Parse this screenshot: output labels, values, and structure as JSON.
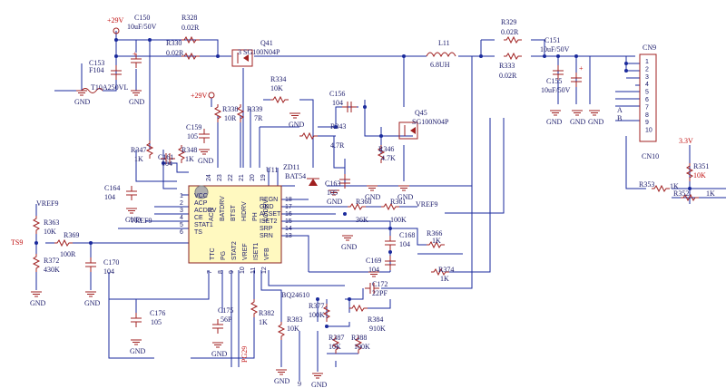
{
  "components": {
    "c150": {
      "ref": "C150",
      "val": "10uF/50V"
    },
    "r328": {
      "ref": "R328",
      "val": "0.02R"
    },
    "r330": {
      "ref": "R330",
      "val": "0.02R"
    },
    "q41": {
      "ref": "Q41",
      "val": "3 SG100N04P"
    },
    "l11": {
      "ref": "L11",
      "val": "6.8UH"
    },
    "r329": {
      "ref": "R329",
      "val": "0.02R"
    },
    "r333": {
      "ref": "R333",
      "val": "0.02R"
    },
    "c151": {
      "ref": "C151",
      "val": "10uF/50V"
    },
    "c155": {
      "ref": "C155",
      "val": "10uF/50V"
    },
    "cn9": {
      "ref": "CN9"
    },
    "cn10": {
      "ref": "CN10"
    },
    "c153": {
      "ref": "C153"
    },
    "f104": {
      "ref": "F104",
      "val": "T10A250VL"
    },
    "r334": {
      "ref": "R334",
      "val": "10K"
    },
    "c156": {
      "ref": "C156",
      "val": "104"
    },
    "r338": {
      "ref": "R338",
      "val": "10R"
    },
    "r339": {
      "ref": "R339",
      "val": "7R"
    },
    "c159": {
      "ref": "C159",
      "val": "105"
    },
    "r343": {
      "ref": "R343",
      "val": "4.7R"
    },
    "q45": {
      "ref": "Q45",
      "val": "SG100N04P"
    },
    "r346": {
      "ref": "R346",
      "val": "4.7K"
    },
    "r347": {
      "ref": "R347",
      "val": "1K"
    },
    "c161": {
      "ref": "C161",
      "val": "104"
    },
    "r348": {
      "ref": "R348",
      "val": "1K"
    },
    "zd11": {
      "ref": "ZD11",
      "val": "BAT54"
    },
    "c163": {
      "ref": "C163",
      "val": "105"
    },
    "c164": {
      "ref": "C164",
      "val": "104"
    },
    "r360": {
      "ref": "R360",
      "val": "36K"
    },
    "r361": {
      "ref": "R361",
      "val": "100K"
    },
    "r363": {
      "ref": "R363",
      "val": "10K"
    },
    "r369": {
      "ref": "R369",
      "val": "100R"
    },
    "r372": {
      "ref": "R372",
      "val": "430K"
    },
    "c170": {
      "ref": "C170",
      "val": "104"
    },
    "c168": {
      "ref": "C168",
      "val": "104"
    },
    "r366": {
      "ref": "R366",
      "val": "1K"
    },
    "c169": {
      "ref": "C169",
      "val": "104"
    },
    "r374": {
      "ref": "R374",
      "val": "1K"
    },
    "c176": {
      "ref": "C176",
      "val": "105"
    },
    "c175": {
      "ref": "C175",
      "val": "56P"
    },
    "r382": {
      "ref": "R382",
      "val": "1K"
    },
    "c172": {
      "ref": "C172",
      "val": "22PF"
    },
    "r377": {
      "ref": "R377",
      "val": "100K"
    },
    "r383": {
      "ref": "R383",
      "val": "10K"
    },
    "r384": {
      "ref": "R384",
      "val": "910K"
    },
    "r387": {
      "ref": "R387",
      "val": "10K"
    },
    "r388": {
      "ref": "R388",
      "val": "100K"
    },
    "r351": {
      "ref": "R351",
      "val": "10K"
    },
    "r353": {
      "ref": "R353",
      "val": "1K"
    },
    "r352": {
      "ref": "R352",
      "val": "1K"
    },
    "u11": {
      "ref": "U11",
      "part": "BQ24610"
    }
  },
  "nets": {
    "p29v_top": "+29V",
    "p29v_mid": "+29V",
    "p33v": "3.3V",
    "vref9_1": "VREF9",
    "vref9_2": "VREF9",
    "vref9_3": "VREF9",
    "ts9": "TS9",
    "pg29": "PG29",
    "gnd": "GND",
    "net_a": "A",
    "net_b": "B",
    "pin9": "9"
  },
  "ic_pins": {
    "left": [
      "1",
      "2",
      "3",
      "4",
      "5",
      "6"
    ],
    "left_names": [
      "VCC",
      "ACP",
      "ACDRV",
      "CE",
      "STAT1",
      "TS"
    ],
    "right": [
      "18",
      "17",
      "16",
      "15",
      "14",
      "13"
    ],
    "right_names": [
      "REGN",
      "GND",
      "ACSET",
      "ISET2",
      "SRP",
      "SRN"
    ],
    "top": [
      "24",
      "23",
      "22",
      "21",
      "20",
      "19"
    ],
    "top_names": [
      "ACN",
      "BATDRV",
      "BTST",
      "HIDRV",
      "PH",
      "LODRV"
    ],
    "bottom": [
      "7",
      "8",
      "9",
      "10",
      "11",
      "12"
    ],
    "bottom_names": [
      "TTC",
      "PG",
      "STAT2",
      "VREF",
      "ISET1",
      "VFB"
    ]
  },
  "connector_pins": [
    "1",
    "2",
    "3",
    "4",
    "5",
    "6",
    "7",
    "8",
    "9",
    "10"
  ],
  "colors": {
    "wire": "#1a2a9c",
    "component": "#a02020",
    "power": "#c01010",
    "text": "#1a1a6a"
  }
}
